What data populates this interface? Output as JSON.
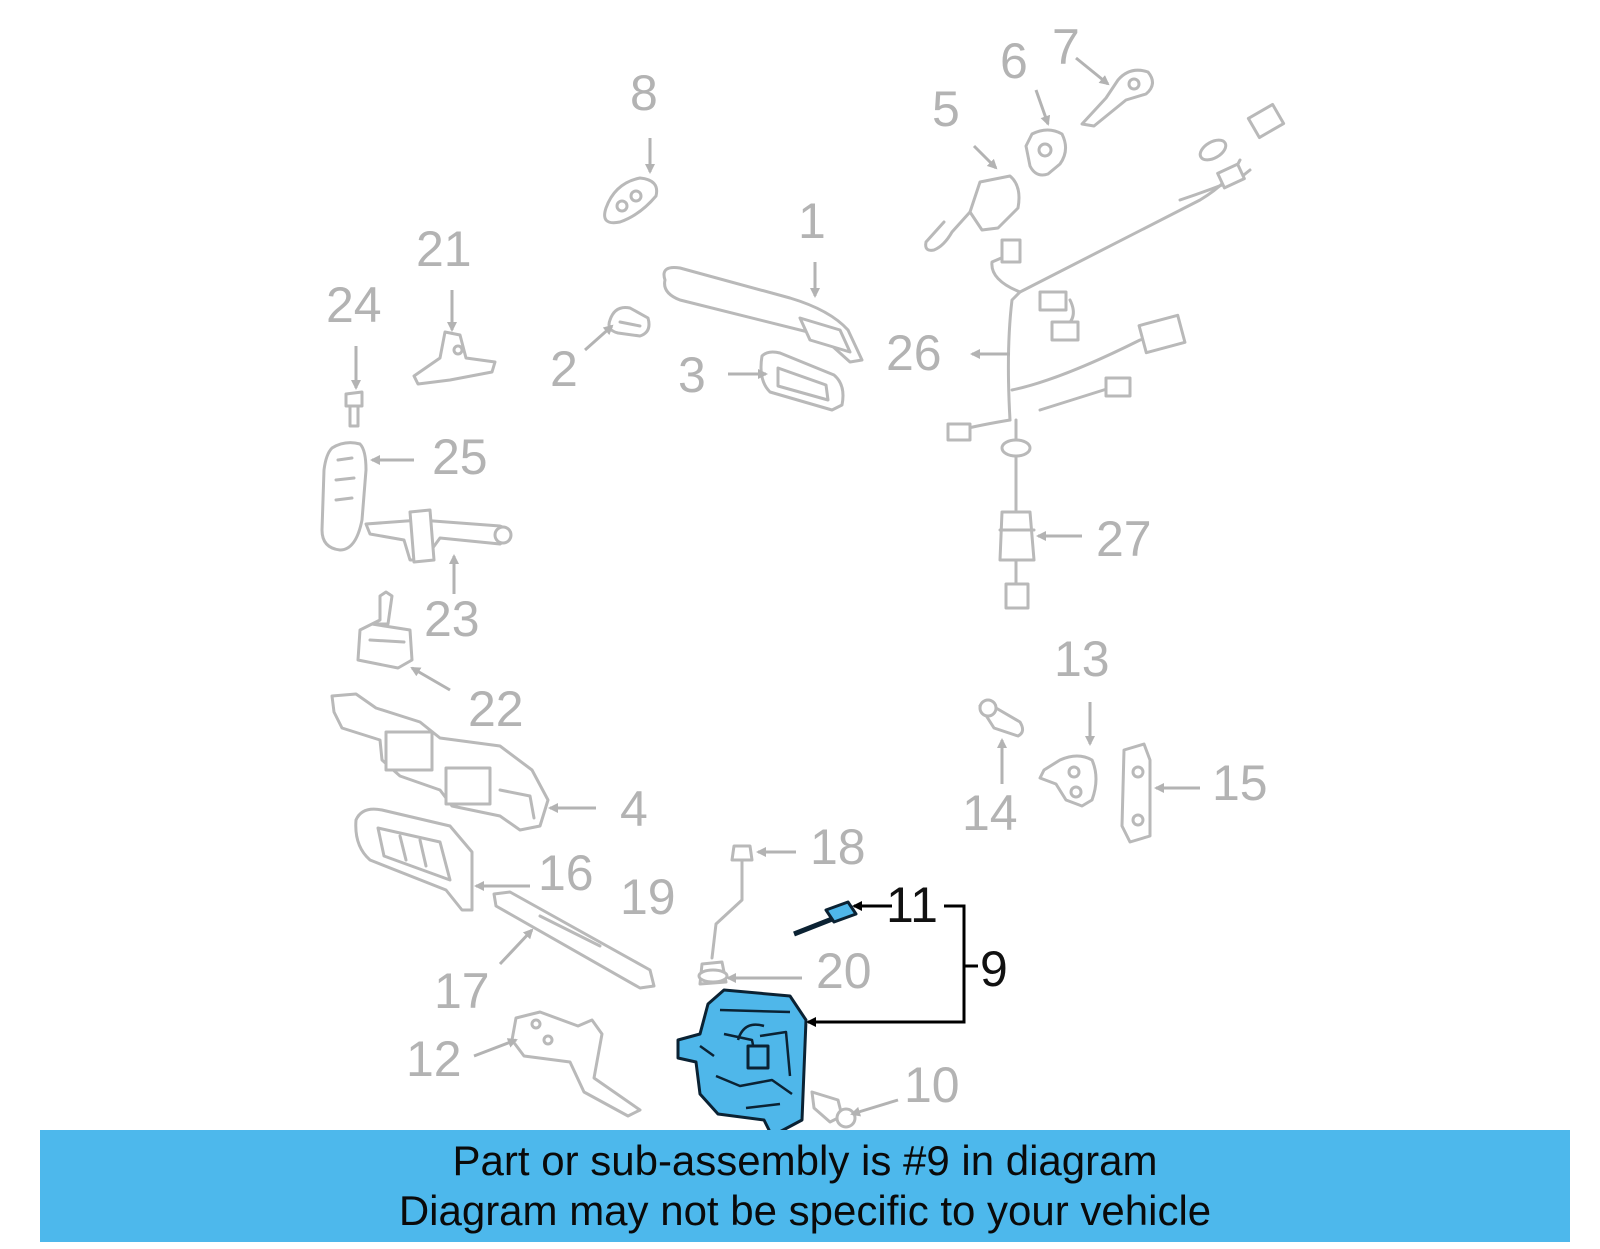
{
  "diagram": {
    "callouts": [
      {
        "id": "1",
        "label": "1"
      },
      {
        "id": "2",
        "label": "2"
      },
      {
        "id": "3",
        "label": "3"
      },
      {
        "id": "4",
        "label": "4"
      },
      {
        "id": "5",
        "label": "5"
      },
      {
        "id": "6",
        "label": "6"
      },
      {
        "id": "7",
        "label": "7"
      },
      {
        "id": "8",
        "label": "8"
      },
      {
        "id": "9",
        "label": "9"
      },
      {
        "id": "10",
        "label": "10"
      },
      {
        "id": "11",
        "label": "11"
      },
      {
        "id": "12",
        "label": "12"
      },
      {
        "id": "13",
        "label": "13"
      },
      {
        "id": "14",
        "label": "14"
      },
      {
        "id": "15",
        "label": "15"
      },
      {
        "id": "16",
        "label": "16"
      },
      {
        "id": "17",
        "label": "17"
      },
      {
        "id": "18",
        "label": "18"
      },
      {
        "id": "19",
        "label": "19"
      },
      {
        "id": "20",
        "label": "20"
      },
      {
        "id": "21",
        "label": "21"
      },
      {
        "id": "22",
        "label": "22"
      },
      {
        "id": "23",
        "label": "23"
      },
      {
        "id": "24",
        "label": "24"
      },
      {
        "id": "25",
        "label": "25"
      },
      {
        "id": "26",
        "label": "26"
      },
      {
        "id": "27",
        "label": "27"
      }
    ],
    "highlighted_part": "9",
    "highlight_color": "#4fb7ea",
    "ghost_color": "#b3b3b3"
  },
  "banner": {
    "line1": "Part or sub-assembly is #9 in diagram",
    "line2": "Diagram may not be specific to your vehicle",
    "background": "#4db8ec"
  }
}
